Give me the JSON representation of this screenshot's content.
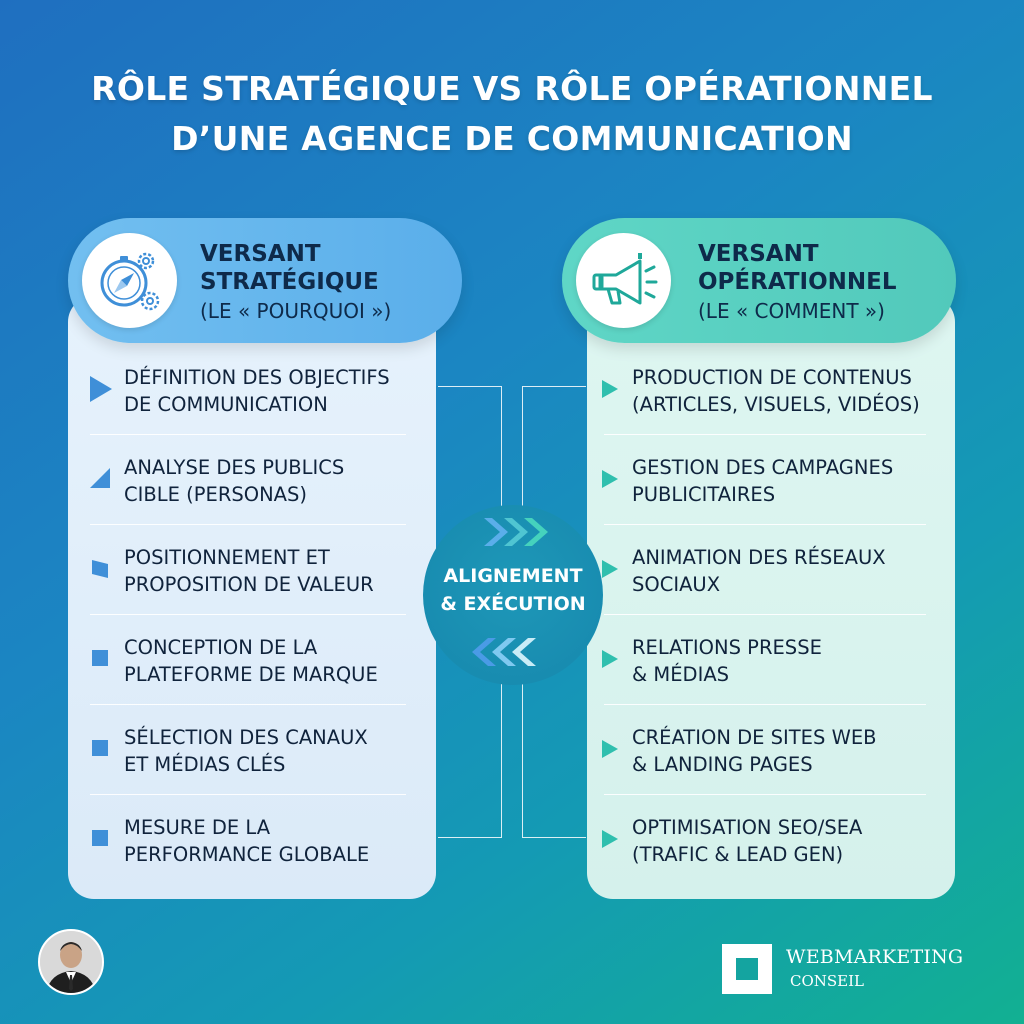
{
  "title": {
    "line1": "RÔLE STRATÉGIQUE VS RÔLE OPÉRATIONNEL",
    "line2": "D’UNE AGENCE DE COMMUNICATION"
  },
  "colors": {
    "left_accent": "#3f8fd8",
    "right_accent": "#2fbfae"
  },
  "left": {
    "icon": "compass-gears-icon",
    "heading_line1": "VERSANT",
    "heading_line2": "STRATÉGIQUE",
    "subheading": "(LE « POURQUOI »)",
    "items": [
      {
        "line1": "DÉFINITION DES OBJECTIFS",
        "line2": "DE COMMUNICATION"
      },
      {
        "line1": "ANALYSE DES PUBLICS",
        "line2": "CIBLE (PERSONAS)"
      },
      {
        "line1": "POSITIONNEMENT ET",
        "line2": "PROPOSITION DE VALEUR"
      },
      {
        "line1": "CONCEPTION DE LA",
        "line2": "PLATEFORME DE MARQUE"
      },
      {
        "line1": "SÉLECTION DES CANAUX",
        "line2": "ET MÉDIAS CLÉS"
      },
      {
        "line1": "MESURE DE LA",
        "line2": "PERFORMANCE GLOBALE"
      }
    ]
  },
  "right": {
    "icon": "megaphone-icon",
    "heading_line1": "VERSANT",
    "heading_line2": "OPÉRATIONNEL",
    "subheading": "(LE « COMMENT »)",
    "items": [
      {
        "line1": "PRODUCTION DE CONTENUS",
        "line2": "(ARTICLES, VISUELS, VIDÉOS)"
      },
      {
        "line1": "GESTION DES CAMPAGNES",
        "line2": "PUBLICITAIRES"
      },
      {
        "line1": "ANIMATION DES RÉSEAUX",
        "line2": "SOCIAUX"
      },
      {
        "line1": "RELATIONS PRESSE",
        "line2": "& MÉDIAS"
      },
      {
        "line1": "CRÉATION DE SITES WEB",
        "line2": "& LANDING PAGES"
      },
      {
        "line1": "OPTIMISATION SEO/SEA",
        "line2": "(TRAFIC & LEAD GEN)"
      }
    ]
  },
  "center": {
    "line1": "ALIGNEMENT",
    "line2": "& EXÉCUTION"
  },
  "footer": {
    "avatar_icon": "person-avatar-icon",
    "logo_icon": "square-logo-icon",
    "logo_line1": "WEBMARKETING",
    "logo_line2": "CONSEIL"
  }
}
